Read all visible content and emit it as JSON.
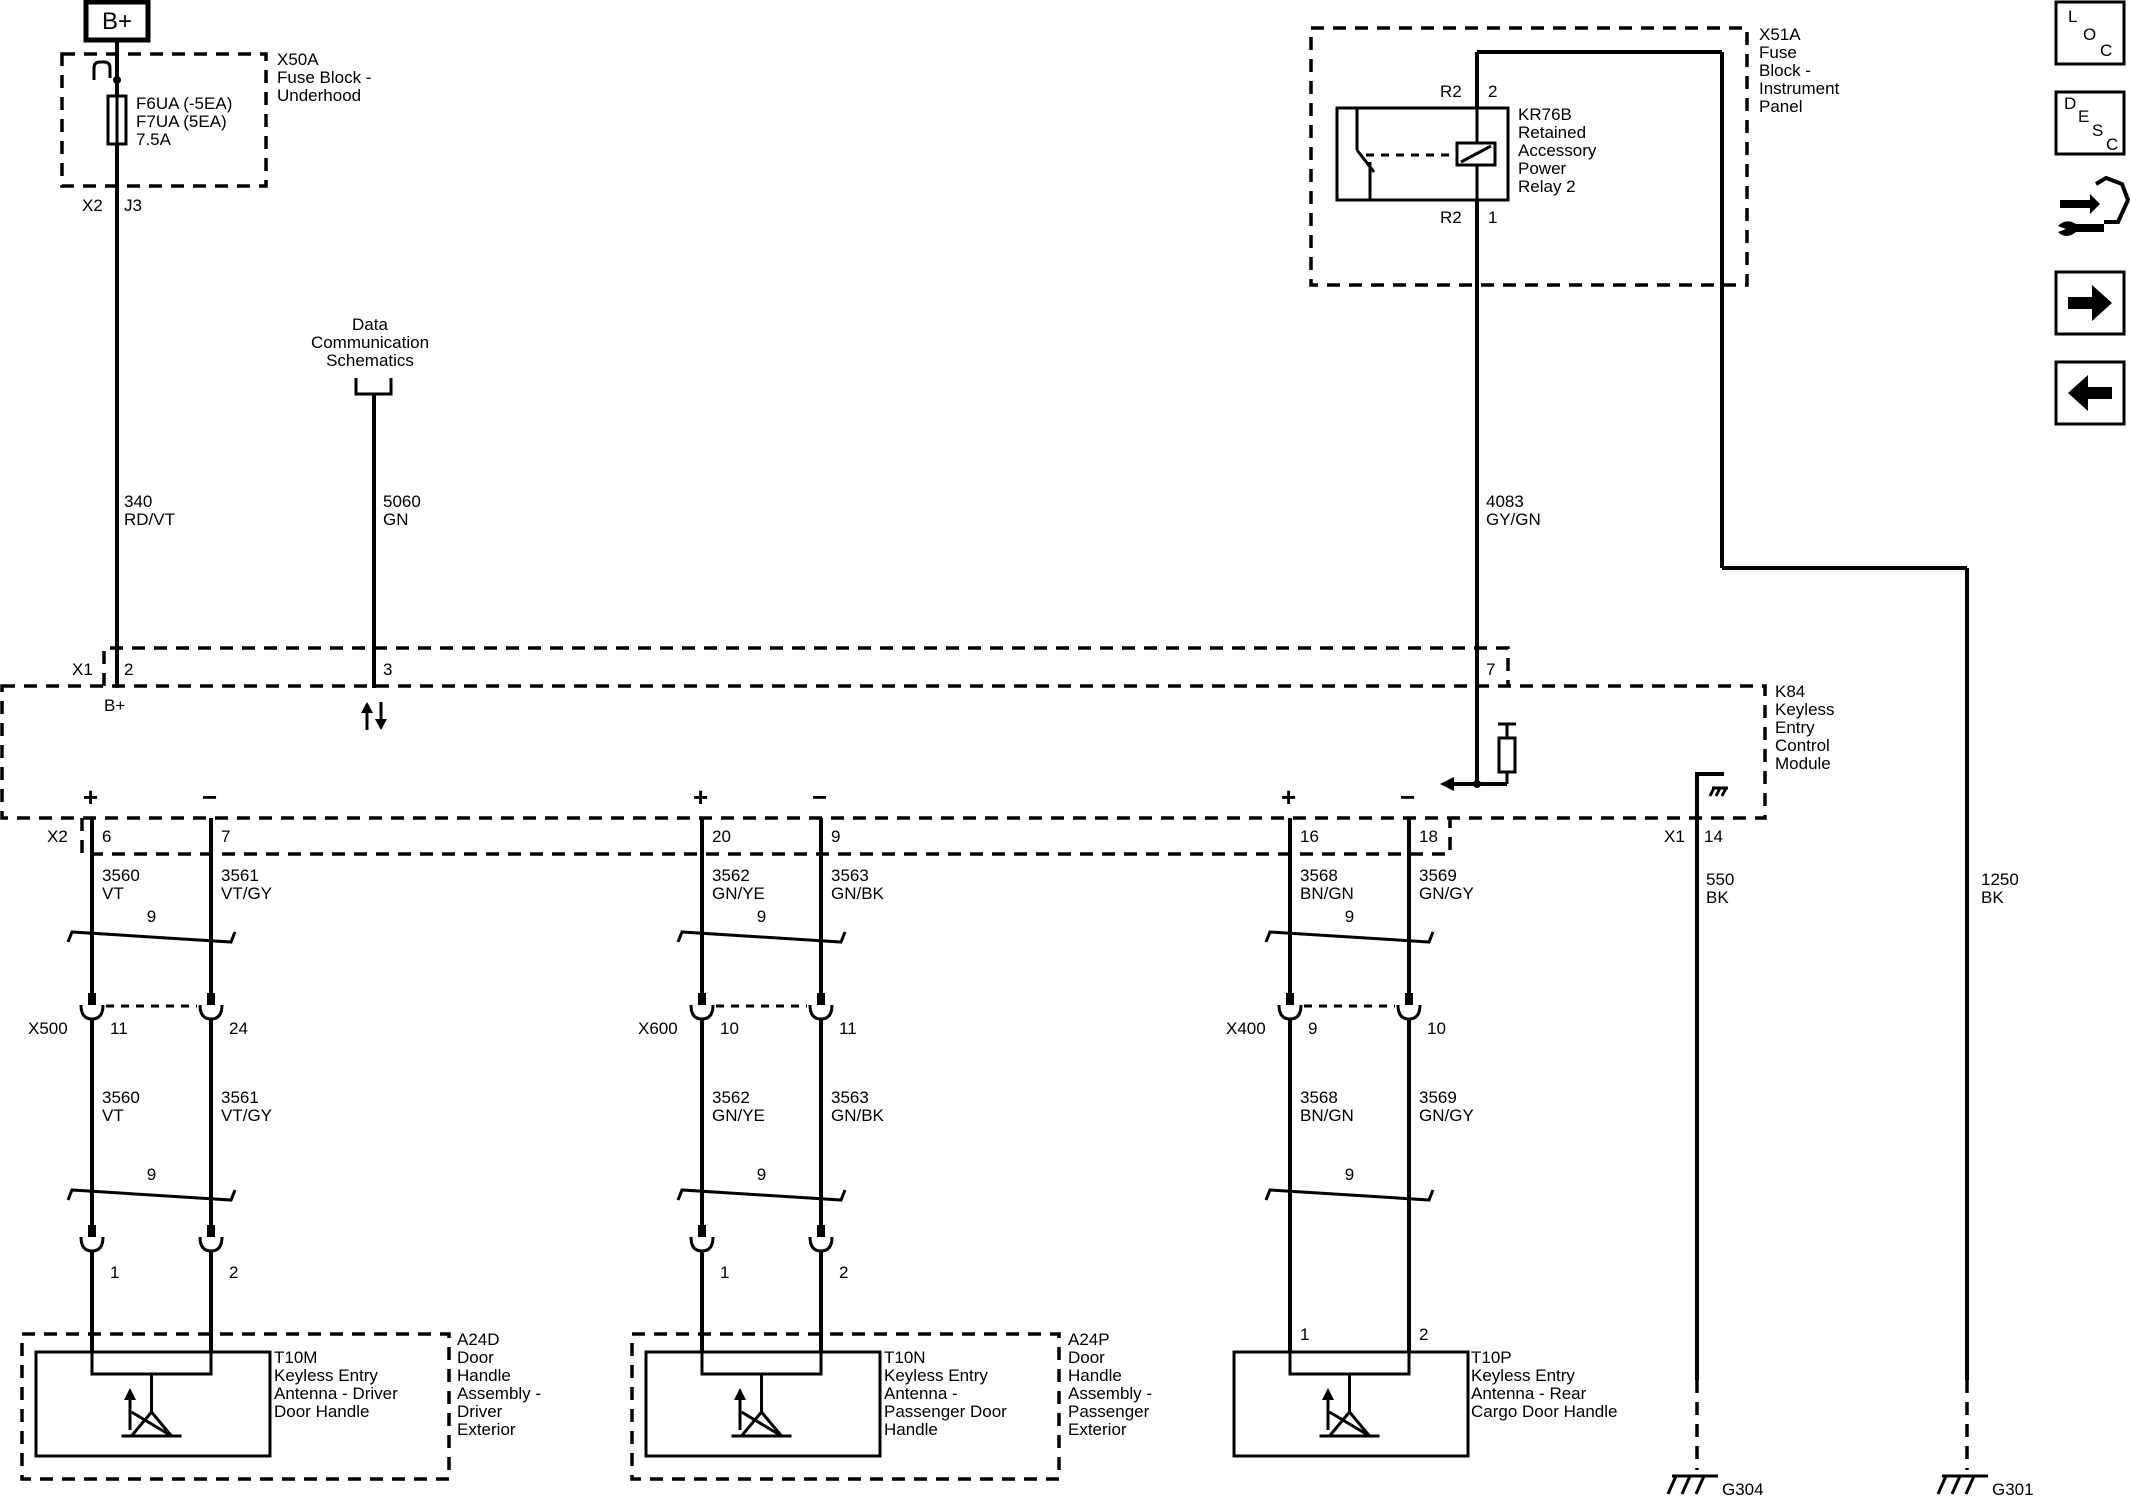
{
  "power": {
    "b_plus": "B+"
  },
  "x50a": {
    "name": "X50A",
    "desc": [
      "Fuse Block -",
      "Underhood"
    ],
    "fuse": [
      "F6UA (-5EA)",
      "F7UA (5EA)",
      "7.5A"
    ],
    "conn": "X2",
    "pin": "J3"
  },
  "x51a": {
    "name": "X51A",
    "desc": [
      "Fuse",
      "Block -",
      "Instrument",
      "Panel"
    ]
  },
  "relay": {
    "name": "KR76B",
    "desc": [
      "Retained",
      "Accessory",
      "Power",
      "Relay 2"
    ],
    "conn_top": "R2",
    "pin_top": "2",
    "conn_bottom": "R2",
    "pin_bottom": "1"
  },
  "data_comm": [
    "Data",
    "Communication",
    "Schematics"
  ],
  "wires": {
    "w340": {
      "circuit": "340",
      "color": "RD/VT"
    },
    "w5060": {
      "circuit": "5060",
      "color": "GN"
    },
    "w4083": {
      "circuit": "4083",
      "color": "GY/GN"
    },
    "w550": {
      "circuit": "550",
      "color": "BK"
    },
    "w1250": {
      "circuit": "1250",
      "color": "BK"
    }
  },
  "module": {
    "name": "K84",
    "desc": [
      "Keyless",
      "Entry",
      "Control",
      "Module"
    ],
    "x1_conn": "X1",
    "x1_pins": [
      "2",
      "3",
      "7"
    ],
    "b_plus_label": "B+",
    "x2_conn": "X2",
    "x1_conn_ground": "X1",
    "ground_pin": "14",
    "plus": "+",
    "minus": "−"
  },
  "channels": [
    {
      "pins": [
        "6",
        "7"
      ],
      "upper": [
        {
          "circuit": "3560",
          "color": "VT"
        },
        {
          "circuit": "3561",
          "color": "VT/GY"
        }
      ],
      "twist": "9",
      "inline_conn": "X500",
      "inline_pins": [
        "11",
        "24"
      ],
      "lower": [
        {
          "circuit": "3560",
          "color": "VT"
        },
        {
          "circuit": "3561",
          "color": "VT/GY"
        }
      ],
      "twist2": "9",
      "dev_pins": [
        "1",
        "2"
      ],
      "antenna": {
        "name": "T10M",
        "desc": [
          "Keyless Entry",
          "Antenna - Driver",
          "Door Handle"
        ]
      },
      "assembly": {
        "name": "A24D",
        "desc": [
          "Door",
          "Handle",
          "Assembly -",
          "Driver",
          "Exterior"
        ]
      }
    },
    {
      "pins": [
        "20",
        "9"
      ],
      "upper": [
        {
          "circuit": "3562",
          "color": "GN/YE"
        },
        {
          "circuit": "3563",
          "color": "GN/BK"
        }
      ],
      "twist": "9",
      "inline_conn": "X600",
      "inline_pins": [
        "10",
        "11"
      ],
      "lower": [
        {
          "circuit": "3562",
          "color": "GN/YE"
        },
        {
          "circuit": "3563",
          "color": "GN/BK"
        }
      ],
      "twist2": "9",
      "dev_pins": [
        "1",
        "2"
      ],
      "antenna": {
        "name": "T10N",
        "desc": [
          "Keyless Entry",
          "Antenna -",
          "Passenger Door",
          "Handle"
        ]
      },
      "assembly": {
        "name": "A24P",
        "desc": [
          "Door",
          "Handle",
          "Assembly -",
          "Passenger",
          "Exterior"
        ]
      }
    },
    {
      "pins": [
        "16",
        "18"
      ],
      "upper": [
        {
          "circuit": "3568",
          "color": "BN/GN"
        },
        {
          "circuit": "3569",
          "color": "GN/GY"
        }
      ],
      "twist": "9",
      "inline_conn": "X400",
      "inline_pins": [
        "9",
        "10"
      ],
      "lower": [
        {
          "circuit": "3568",
          "color": "BN/GN"
        },
        {
          "circuit": "3569",
          "color": "GN/GY"
        }
      ],
      "twist2": "9",
      "dev_pins": [
        "1",
        "2"
      ],
      "antenna": {
        "name": "T10P",
        "desc": [
          "Keyless Entry",
          "Antenna - Rear",
          "Cargo Door Handle"
        ]
      },
      "assembly": null
    }
  ],
  "grounds": [
    "G304",
    "G301"
  ],
  "nav": {
    "loc": [
      "L",
      "O",
      "C"
    ],
    "desc": [
      "D",
      "E",
      "S",
      "C"
    ],
    "connector_icon": "connector-end-view-icon",
    "next_icon": "arrow-right-icon",
    "prev_icon": "arrow-left-icon"
  }
}
